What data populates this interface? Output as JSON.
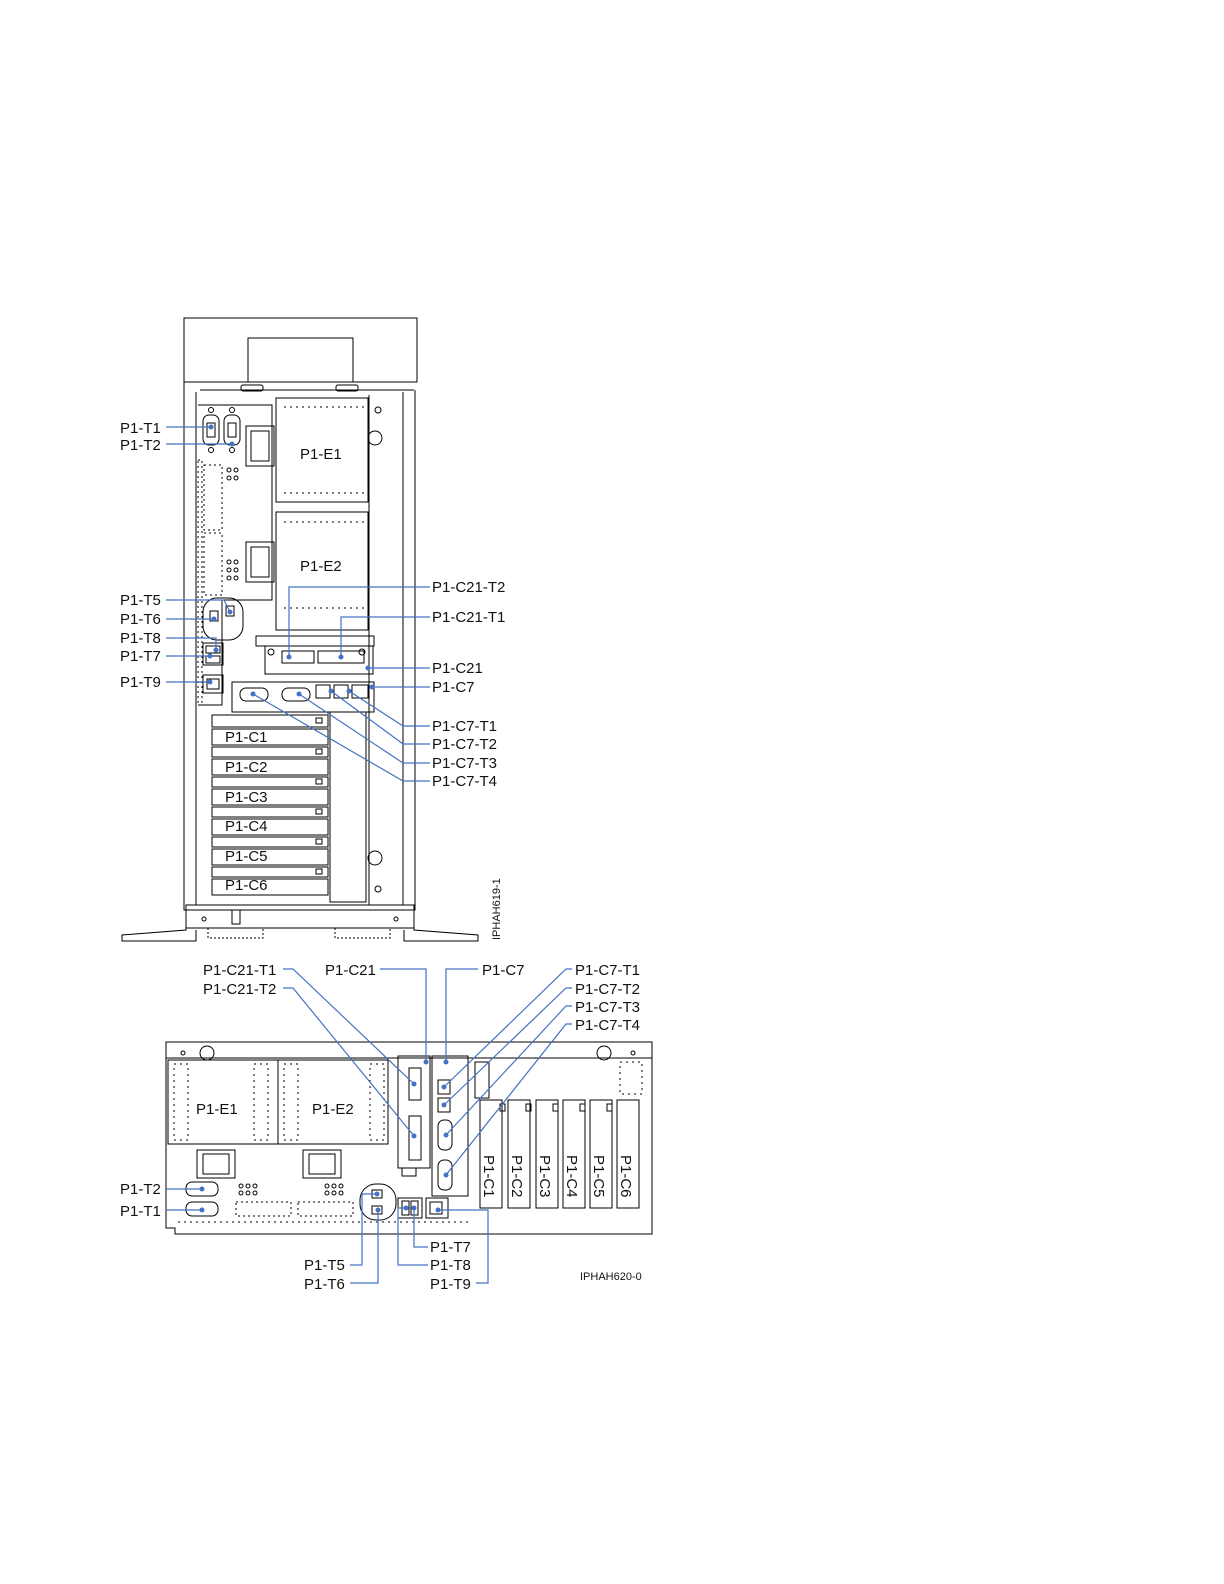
{
  "colors": {
    "line": "#000000",
    "callout": "#4472c4",
    "bg": "#ffffff"
  },
  "tower": {
    "figure_id": "IPHAH619-1",
    "units": {
      "e1": "P1-E1",
      "e2": "P1-E2"
    },
    "slots": [
      "P1-C1",
      "P1-C2",
      "P1-C3",
      "P1-C4",
      "P1-C5",
      "P1-C6"
    ],
    "callouts": {
      "t1": "P1-T1",
      "t2": "P1-T2",
      "t5": "P1-T5",
      "t6": "P1-T6",
      "t8": "P1-T8",
      "t7": "P1-T7",
      "t9": "P1-T9",
      "c21t2": "P1-C21-T2",
      "c21t1": "P1-C21-T1",
      "c21": "P1-C21",
      "c7": "P1-C7",
      "c7t1": "P1-C7-T1",
      "c7t2": "P1-C7-T2",
      "c7t3": "P1-C7-T3",
      "c7t4": "P1-C7-T4"
    }
  },
  "rack": {
    "figure_id": "IPHAH620-0",
    "units": {
      "e1": "P1-E1",
      "e2": "P1-E2"
    },
    "slots": [
      "P1-C1",
      "P1-C2",
      "P1-C3",
      "P1-C4",
      "P1-C5",
      "P1-C6"
    ],
    "callouts": {
      "c21t1": "P1-C21-T1",
      "c21t2": "P1-C21-T2",
      "c21": "P1-C21",
      "c7": "P1-C7",
      "c7t1": "P1-C7-T1",
      "c7t2": "P1-C7-T2",
      "c7t3": "P1-C7-T3",
      "c7t4": "P1-C7-T4",
      "t2": "P1-T2",
      "t1": "P1-T1",
      "t5": "P1-T5",
      "t6": "P1-T6",
      "t7": "P1-T7",
      "t8": "P1-T8",
      "t9": "P1-T9"
    }
  }
}
